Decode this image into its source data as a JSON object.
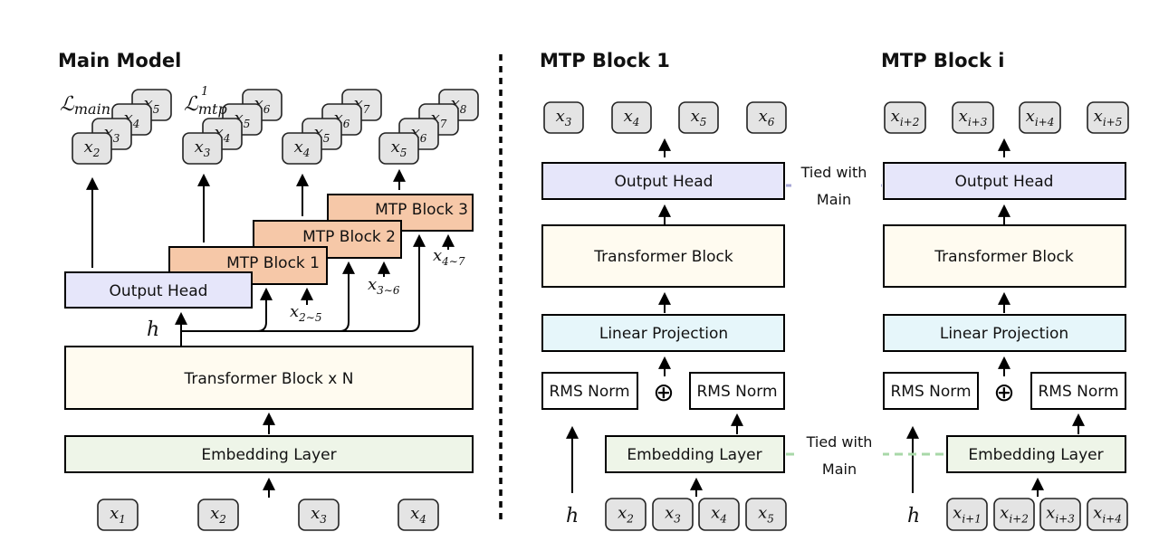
{
  "titles": {
    "main_model": "Main Model",
    "mtp_block_1": "MTP Block 1",
    "mtp_block_i": "MTP Block i"
  },
  "main_model": {
    "loss_main": {
      "symbol": "ℒ",
      "sub": "main"
    },
    "loss_mtp": {
      "symbol": "ℒ",
      "sub": "mtp",
      "sup": "1"
    },
    "output_head": "Output Head",
    "transformer_block": "Transformer Block x N",
    "embedding_layer": "Embedding Layer",
    "mtp_blocks": [
      "MTP Block 1",
      "MTP Block 2",
      "MTP Block 3"
    ],
    "hidden": "h",
    "mtp_inputs": [
      {
        "base": "x",
        "sub": "2∼5"
      },
      {
        "base": "x",
        "sub": "3∼6"
      },
      {
        "base": "x",
        "sub": "4∼7"
      }
    ],
    "input_tokens": [
      {
        "base": "x",
        "sub": "1"
      },
      {
        "base": "x",
        "sub": "2"
      },
      {
        "base": "x",
        "sub": "3"
      },
      {
        "base": "x",
        "sub": "4"
      }
    ],
    "output_stacks": [
      [
        {
          "base": "x",
          "sub": "2"
        },
        {
          "base": "x",
          "sub": "3"
        },
        {
          "base": "x",
          "sub": "4"
        },
        {
          "base": "x",
          "sub": "5"
        }
      ],
      [
        {
          "base": "x",
          "sub": "3"
        },
        {
          "base": "x",
          "sub": "4"
        },
        {
          "base": "x",
          "sub": "5"
        },
        {
          "base": "x",
          "sub": "6"
        }
      ],
      [
        {
          "base": "x",
          "sub": "4"
        },
        {
          "base": "x",
          "sub": "5"
        },
        {
          "base": "x",
          "sub": "6"
        },
        {
          "base": "x",
          "sub": "7"
        }
      ],
      [
        {
          "base": "x",
          "sub": "5"
        },
        {
          "base": "x",
          "sub": "6"
        },
        {
          "base": "x",
          "sub": "7"
        },
        {
          "base": "x",
          "sub": "8"
        }
      ]
    ]
  },
  "mtp_block_1": {
    "output_head": "Output Head",
    "transformer_block": "Transformer Block",
    "linear_projection": "Linear Projection",
    "rms_norm_left": "RMS Norm",
    "rms_norm_right": "RMS Norm",
    "concat_symbol": "⊕",
    "embedding_layer": "Embedding Layer",
    "hidden": "h",
    "output_tokens": [
      {
        "base": "x",
        "sub": "3"
      },
      {
        "base": "x",
        "sub": "4"
      },
      {
        "base": "x",
        "sub": "5"
      },
      {
        "base": "x",
        "sub": "6"
      }
    ],
    "input_tokens": [
      {
        "base": "x",
        "sub": "2"
      },
      {
        "base": "x",
        "sub": "3"
      },
      {
        "base": "x",
        "sub": "4"
      },
      {
        "base": "x",
        "sub": "5"
      }
    ]
  },
  "mtp_block_i": {
    "output_head": "Output Head",
    "transformer_block": "Transformer Block",
    "linear_projection": "Linear Projection",
    "rms_norm_left": "RMS Norm",
    "rms_norm_right": "RMS Norm",
    "concat_symbol": "⊕",
    "embedding_layer": "Embedding Layer",
    "hidden": "h",
    "output_tokens": [
      {
        "base": "x",
        "sub": "i+2"
      },
      {
        "base": "x",
        "sub": "i+3"
      },
      {
        "base": "x",
        "sub": "i+4"
      },
      {
        "base": "x",
        "sub": "i+5"
      }
    ],
    "input_tokens": [
      {
        "base": "x",
        "sub": "i+1"
      },
      {
        "base": "x",
        "sub": "i+2"
      },
      {
        "base": "x",
        "sub": "i+3"
      },
      {
        "base": "x",
        "sub": "i+4"
      }
    ]
  },
  "tied": {
    "head": [
      "Tied with",
      "Main"
    ],
    "embedding": [
      "Tied with",
      "Main"
    ]
  },
  "colors": {
    "output_head_fill": "#e6e6fa",
    "transformer_fill": "#fffbf0",
    "embedding_fill": "#eef5e8",
    "linear_projection_fill": "#e6f6fa",
    "mtp_block_fill": "#f6c8a8",
    "token_fill": "#e4e4e4",
    "tied_head_line": "#a6a6d6",
    "tied_embedding_line": "#a8d8a8",
    "divider": "#000000"
  }
}
